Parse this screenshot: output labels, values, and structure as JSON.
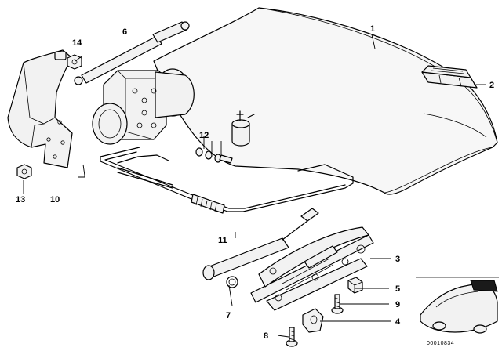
{
  "diagram": {
    "callouts": [
      "1",
      "2",
      "3",
      "4",
      "5",
      "6",
      "7",
      "8",
      "9",
      "10",
      "11",
      "12",
      "13",
      "14"
    ],
    "drawing_code": "00010834"
  }
}
